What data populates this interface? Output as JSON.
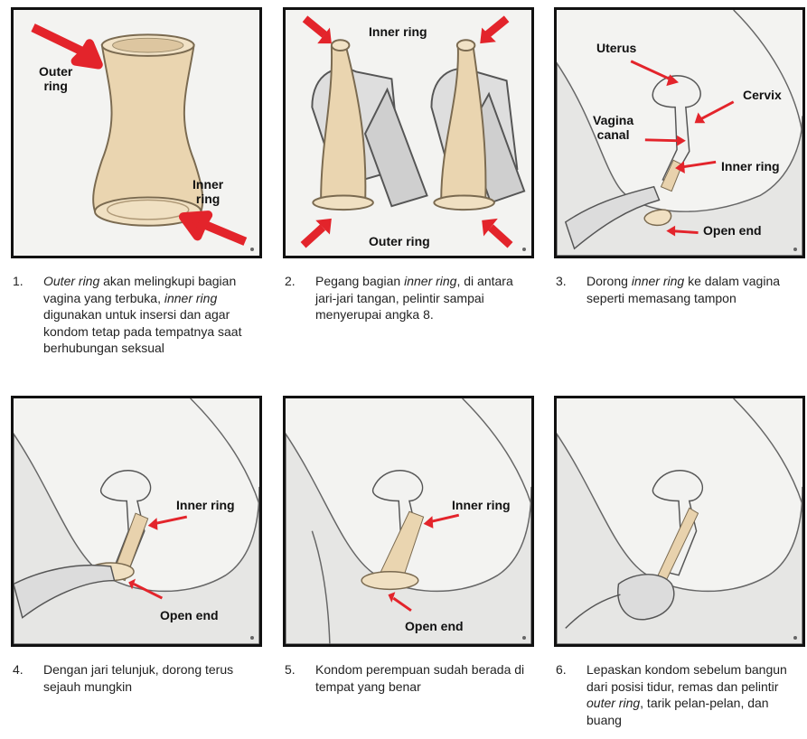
{
  "panels": [
    {
      "labels": {
        "outer_ring": "Outer\nring",
        "inner_ring": "Inner\nring"
      },
      "caption": {
        "number": "1.",
        "parts": [
          [
            "i",
            "Outer ring"
          ],
          [
            "n",
            " akan melingkupi bagian vagina yang terbuka, "
          ],
          [
            "i",
            "inner ring"
          ],
          [
            "n",
            " digunakan untuk insersi dan agar kondom tetap pada tempatnya saat berhubungan seksual"
          ]
        ]
      }
    },
    {
      "labels": {
        "inner_ring": "Inner ring",
        "outer_ring": "Outer ring"
      },
      "caption": {
        "number": "2.",
        "parts": [
          [
            "n",
            "Pegang bagian "
          ],
          [
            "i",
            "inner ring"
          ],
          [
            "n",
            ", di antara jari-jari tangan, pelintir sampai menyerupai angka 8."
          ]
        ]
      }
    },
    {
      "labels": {
        "uterus": "Uterus",
        "cervix": "Cervix",
        "vagina_canal": "Vagina\ncanal",
        "inner_ring": "Inner ring",
        "open_end": "Open end"
      },
      "caption": {
        "number": "3.",
        "parts": [
          [
            "n",
            "Dorong "
          ],
          [
            "i",
            "inner ring"
          ],
          [
            "n",
            " ke dalam vagina seperti memasang tampon"
          ]
        ]
      }
    },
    {
      "labels": {
        "inner_ring": "Inner ring",
        "open_end": "Open end"
      },
      "caption": {
        "number": "4.",
        "parts": [
          [
            "n",
            "Dengan jari telunjuk, dorong terus sejauh mungkin"
          ]
        ]
      }
    },
    {
      "labels": {
        "inner_ring": "Inner ring",
        "open_end": "Open end"
      },
      "caption": {
        "number": "5.",
        "parts": [
          [
            "n",
            "Kondom perempuan sudah berada di tempat yang benar"
          ]
        ]
      }
    },
    {
      "labels": {},
      "caption": {
        "number": "6.",
        "parts": [
          [
            "n",
            "Lepaskan kondom sebelum bangun dari posisi tidur, remas dan pelintir "
          ],
          [
            "i",
            "outer ring"
          ],
          [
            "n",
            ", tarik pelan-pelan, dan buang"
          ]
        ]
      }
    }
  ],
  "colors": {
    "arrow": "#e3242b",
    "condom": "#e8d2ad",
    "skin": "#e6e6e4"
  }
}
